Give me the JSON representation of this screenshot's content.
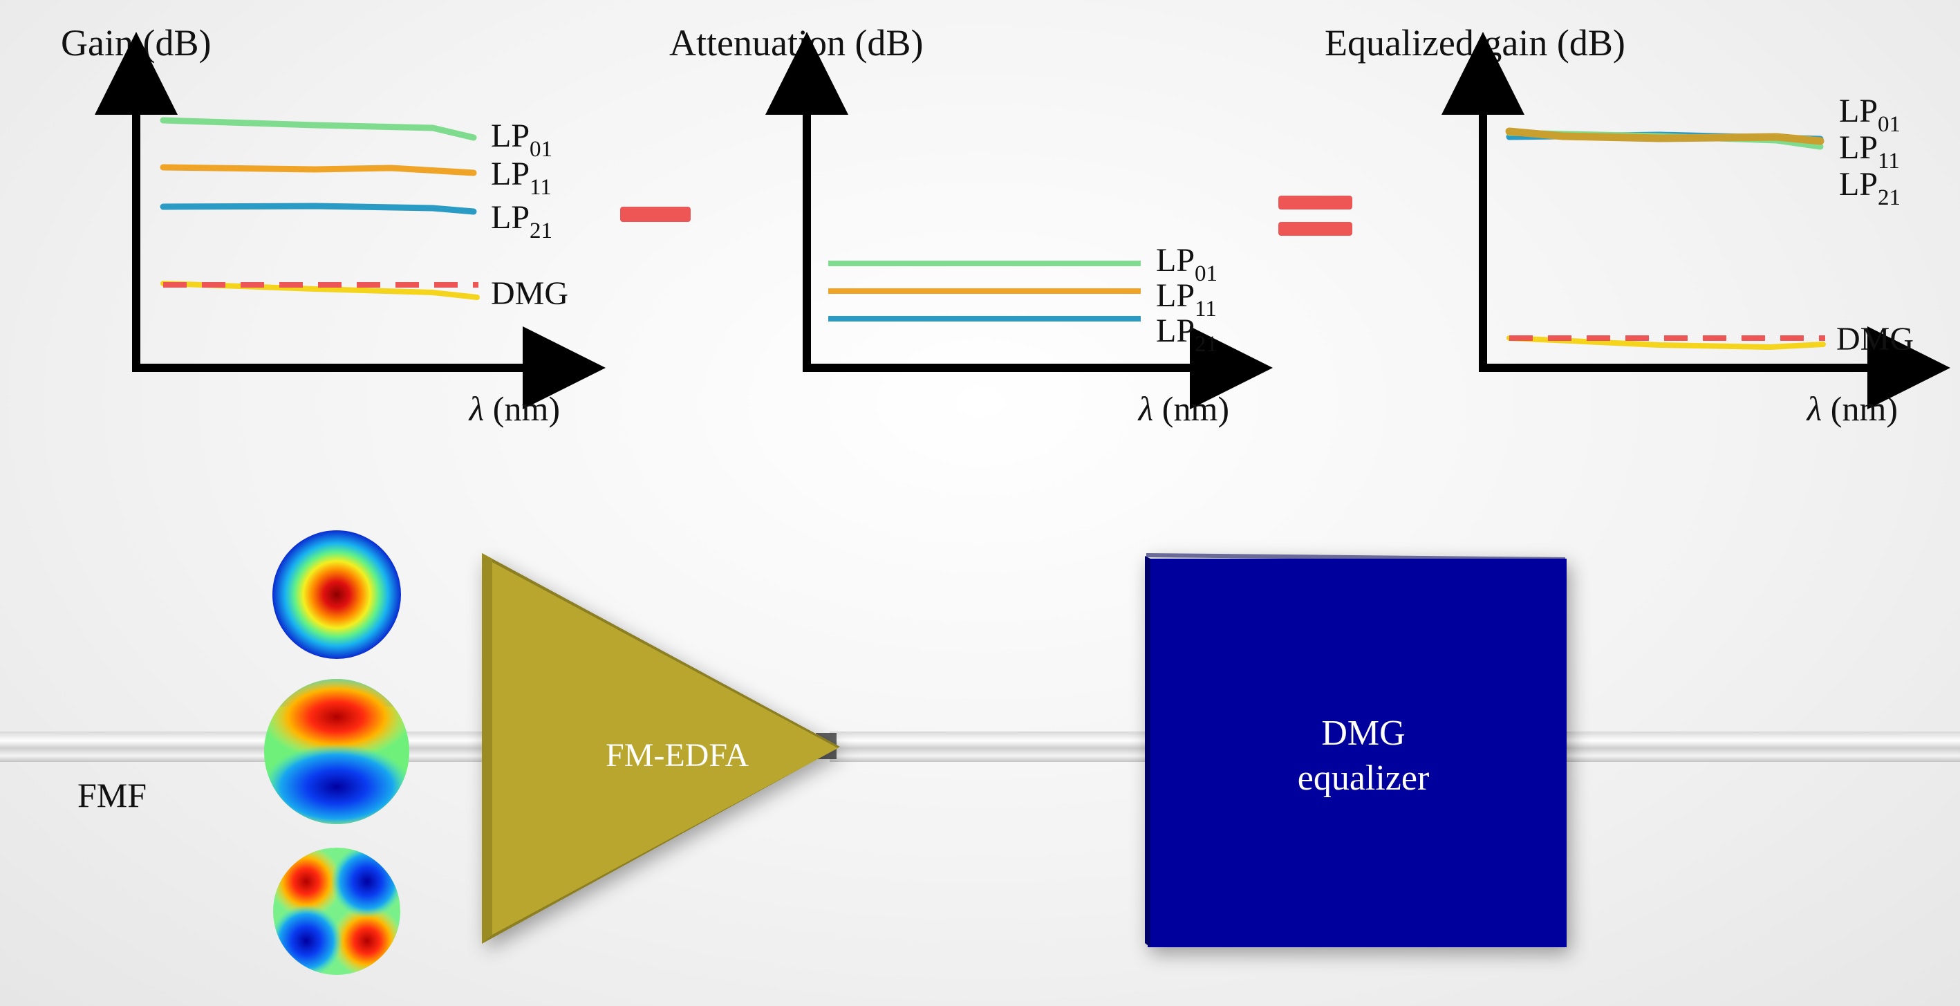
{
  "panels": [
    {
      "title": "Gain (dB)",
      "xlabel_symbol": "λ",
      "xlabel_unit": " (nm)",
      "modes": [
        {
          "base": "LP",
          "sub": "01",
          "color": "#7fdc8f"
        },
        {
          "base": "LP",
          "sub": "11",
          "color": "#f0a427"
        },
        {
          "base": "LP",
          "sub": "21",
          "color": "#2a9bc4"
        }
      ],
      "dmg_label": "DMG"
    },
    {
      "title": "Attenuation (dB)",
      "xlabel_symbol": "λ",
      "xlabel_unit": " (nm)",
      "modes": [
        {
          "base": "LP",
          "sub": "01",
          "color": "#7fdc8f"
        },
        {
          "base": "LP",
          "sub": "11",
          "color": "#f0a427"
        },
        {
          "base": "LP",
          "sub": "21",
          "color": "#2a9bc4"
        }
      ]
    },
    {
      "title": "Equalized gain (dB)",
      "xlabel_symbol": "λ",
      "xlabel_unit": " (nm)",
      "modes": [
        {
          "base": "LP",
          "sub": "01",
          "color": "#7fdc8f"
        },
        {
          "base": "LP",
          "sub": "11",
          "color": "#c9a030"
        },
        {
          "base": "LP",
          "sub": "21",
          "color": "#2a9bc4"
        }
      ],
      "dmg_label": "DMG"
    }
  ],
  "colors": {
    "operator": "#ee5656",
    "dmg_dashed": "#ee5656",
    "dmg_solid": "#f4d41c",
    "amplifier": "#b8a62e",
    "equalizer": "#00009c"
  },
  "components": {
    "fiber_label": "FMF",
    "amplifier_label": "FM-EDFA",
    "equalizer_label_1": "DMG",
    "equalizer_label_2": "equalizer"
  },
  "mode_icons": [
    "LP01-mode-icon",
    "LP11-mode-icon",
    "LP21-mode-icon"
  ]
}
